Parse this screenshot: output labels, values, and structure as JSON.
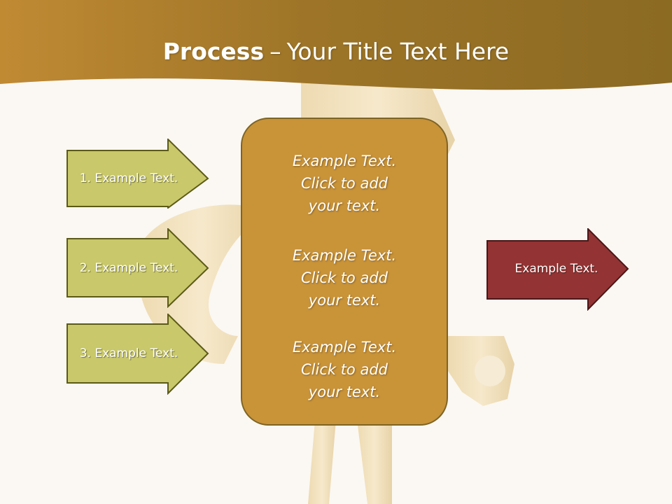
{
  "slide": {
    "title_bold": "Process",
    "title_separator": "–",
    "title_rest": "Your Title Text Here"
  },
  "left_arrows": [
    {
      "label": "1. Example Text."
    },
    {
      "label": "2. Example Text."
    },
    {
      "label": "3. Example Text."
    }
  ],
  "center_box": {
    "blocks": [
      {
        "line1": "Example Text.",
        "line2": "Click  to add",
        "line3": "your text."
      },
      {
        "line1": "Example Text.",
        "line2": "Click  to add",
        "line3": "your text."
      },
      {
        "line1": "Example Text.",
        "line2": "Click  to add",
        "line3": "your text."
      }
    ]
  },
  "output_arrow": {
    "label": "Example Text."
  },
  "colors": {
    "header_gold": "#a3741f",
    "left_arrow_fill": "#c9c86a",
    "left_arrow_border": "#5c5a18",
    "center_box_fill": "#c99338",
    "output_arrow_fill": "#943333",
    "output_arrow_border": "#4a1717"
  }
}
